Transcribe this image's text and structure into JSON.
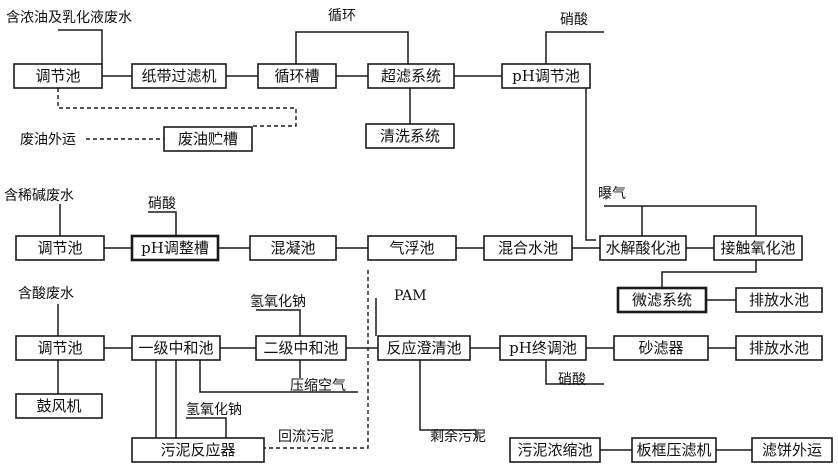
{
  "boxes": {
    "r1_tiaojiechi": "调节池",
    "r1_zhidai": "纸带过滤机",
    "r1_xunhuancao": "循环槽",
    "r1_chaolv": "超滤系统",
    "r1_ph_tiaojie": "pH调节池",
    "r1_feiyou_zhucao": "废油贮槽",
    "r1_qingxi": "清洗系统",
    "r2_tiaojiechi": "调节池",
    "r2_ph_tiaozheng": "pH调整槽",
    "r2_hunning": "混凝池",
    "r2_qifu": "气浮池",
    "r2_hunheshui": "混合水池",
    "r2_shuijie": "水解酸化池",
    "r2_jiechu": "接触氧化池",
    "r2_weilv": "微滤系统",
    "r2_paifang": "排放水池",
    "r3_tiaojiechi": "调节池",
    "r3_yiji": "一级中和池",
    "r3_erji": "二级中和池",
    "r3_fanying_chengqing": "反应澄清池",
    "r3_ph_zhongtiao": "pH终调池",
    "r3_shalv": "砂滤器",
    "r3_paifang": "排放水池",
    "r3_gufengji": "鼓风机",
    "r4_wuni_fanying": "污泥反应器",
    "r4_wuni_nongsuo": "污泥浓缩池",
    "r4_banku": "板框压滤机",
    "r4_lvbing": "滤饼外运"
  },
  "labels": {
    "in_oil_emulsion": "含浓油及乳化液废水",
    "circulate": "循环",
    "nitric_acid_1": "硝酸",
    "waste_oil_out": "废油外运",
    "in_dilute_alkali": "含稀碱废水",
    "nitric_acid_2": "硝酸",
    "aeration": "曝气",
    "in_acid": "含酸废水",
    "naoh_1": "氢氧化钠",
    "pam": "PAM",
    "compressed_air": "压缩空气",
    "nitric_acid_3": "硝酸",
    "naoh_2": "氢氧化钠",
    "return_sludge": "回流污泥",
    "excess_sludge": "剩余污泥"
  }
}
